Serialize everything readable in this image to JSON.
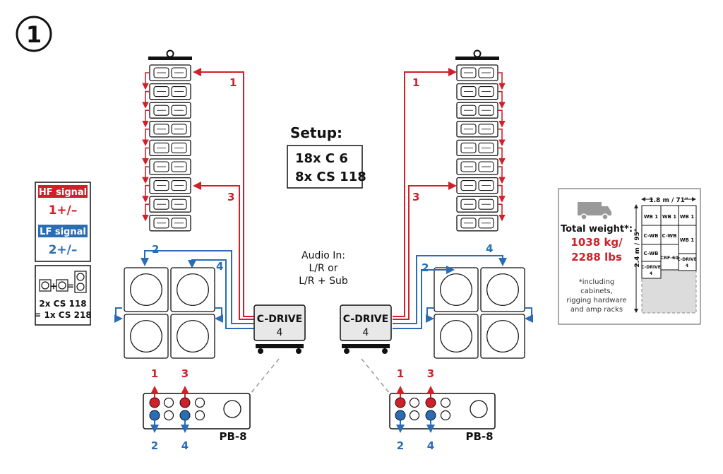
{
  "step_number": "1",
  "setup": {
    "title": "Setup:",
    "line1": "18x C 6",
    "line2": "8x  CS 118"
  },
  "audio_in": {
    "line1": "Audio In:",
    "line2": "L/R or",
    "line3": "L/R + Sub"
  },
  "legend": {
    "hf_label": "HF signal",
    "hf_value": "1+/–",
    "lf_label": "LF signal",
    "lf_value": "2+/–",
    "cs_line1": "2x CS 118",
    "cs_line2": "= 1x CS 218"
  },
  "amp": {
    "name": "C-DRIVE",
    "number": "4"
  },
  "panel": {
    "name": "PB-8"
  },
  "cable_labels": {
    "one": "1",
    "two": "2",
    "three": "3",
    "four": "4"
  },
  "transport": {
    "total_label": "Total weight*:",
    "weight_kg": "1038 kg/",
    "weight_lbs": "2288 lbs",
    "note1": "*including",
    "note2": "cabinets,",
    "note3": "rigging hardware",
    "note4": "and amp racks",
    "width_label": "1.8 m / 71\"",
    "height_label": "2.4 m / 95\"",
    "load": {
      "wb1": "WB 1",
      "cwb": "C-WB",
      "crf": "CRF-60",
      "cdrive": "C-DRIVE",
      "cdrive_num": "4"
    }
  },
  "colors": {
    "hf": "#d0202a",
    "lf": "#2a6db5",
    "outline": "#1a1a1a"
  }
}
